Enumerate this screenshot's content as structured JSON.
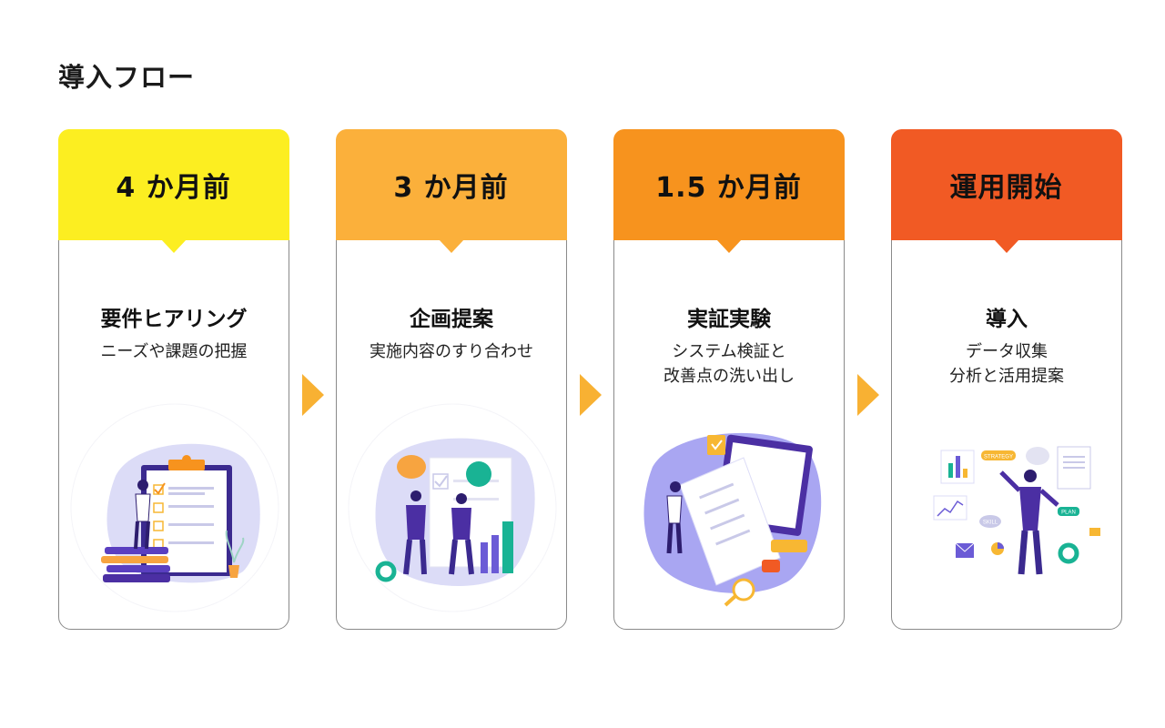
{
  "page": {
    "title": "導入フロー"
  },
  "colors": {
    "step1": "#fcee21",
    "step2": "#fbb03b",
    "step3": "#f7931e",
    "step4": "#f15a24",
    "arrow": "#f8b133",
    "illustration_purple": "#4b2fa3",
    "illustration_lavender": "#dcdcf7",
    "illustration_green": "#19b394"
  },
  "steps": [
    {
      "label": "4 か月前",
      "title": "要件ヒアリング",
      "desc": [
        "ニーズや課題の把握"
      ],
      "illustration": "checklist-clipboard-illustration"
    },
    {
      "label": "3 か月前",
      "title": "企画提案",
      "desc": [
        "実施内容のすり合わせ"
      ],
      "illustration": "discussion-chart-illustration"
    },
    {
      "label": "1.5 か月前",
      "title": "実証実験",
      "desc": [
        "システム検証と",
        "改善点の洗い出し"
      ],
      "illustration": "document-review-illustration"
    },
    {
      "label": "運用開始",
      "title": "導入",
      "desc": [
        "データ収集",
        "分析と活用提案"
      ],
      "illustration": "strategy-plan-illustration"
    }
  ],
  "illustration_text": {
    "strategy": "STRATEGY",
    "skill": "SKILL",
    "plan": "PLAN"
  }
}
